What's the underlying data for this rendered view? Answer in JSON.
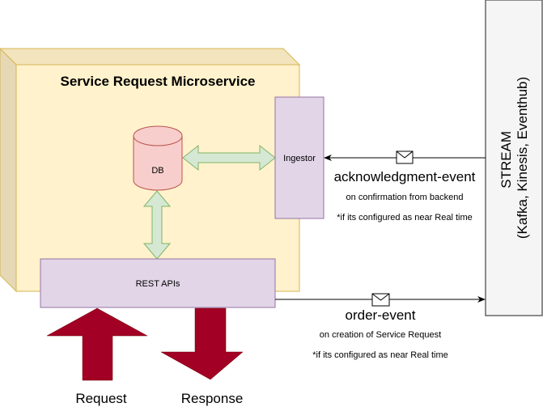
{
  "microservice": {
    "title": "Service Request Microservice"
  },
  "components": {
    "db": "DB",
    "ingestor": "Ingestor",
    "rest_apis": "REST APIs",
    "stream_line1": "STREAM",
    "stream_line2": "(Kafka, Kinesis, Eventhub)"
  },
  "events": {
    "ack": {
      "name": "acknowledgment-event",
      "description": "on confirmation from backend",
      "note": "*if its configured as near Real time",
      "icon": "envelope-icon"
    },
    "order": {
      "name": "order-event",
      "description": "on creation of Service Request",
      "note": "*if its configured as near Real time",
      "icon": "envelope-icon"
    }
  },
  "io": {
    "request": "Request",
    "response": "Response"
  },
  "colors": {
    "box_fill": "#fff2cc",
    "box_stroke": "#d6b656",
    "component_fill": "#e1d5e7",
    "component_stroke": "#9673a6",
    "db_fill": "#f8cecc",
    "db_stroke": "#b85450",
    "link_fill": "#d5e8d4",
    "link_stroke": "#82b366",
    "io_arrow": "#a20025",
    "stream_fill": "#f5f5f5",
    "stream_stroke": "#666666"
  }
}
